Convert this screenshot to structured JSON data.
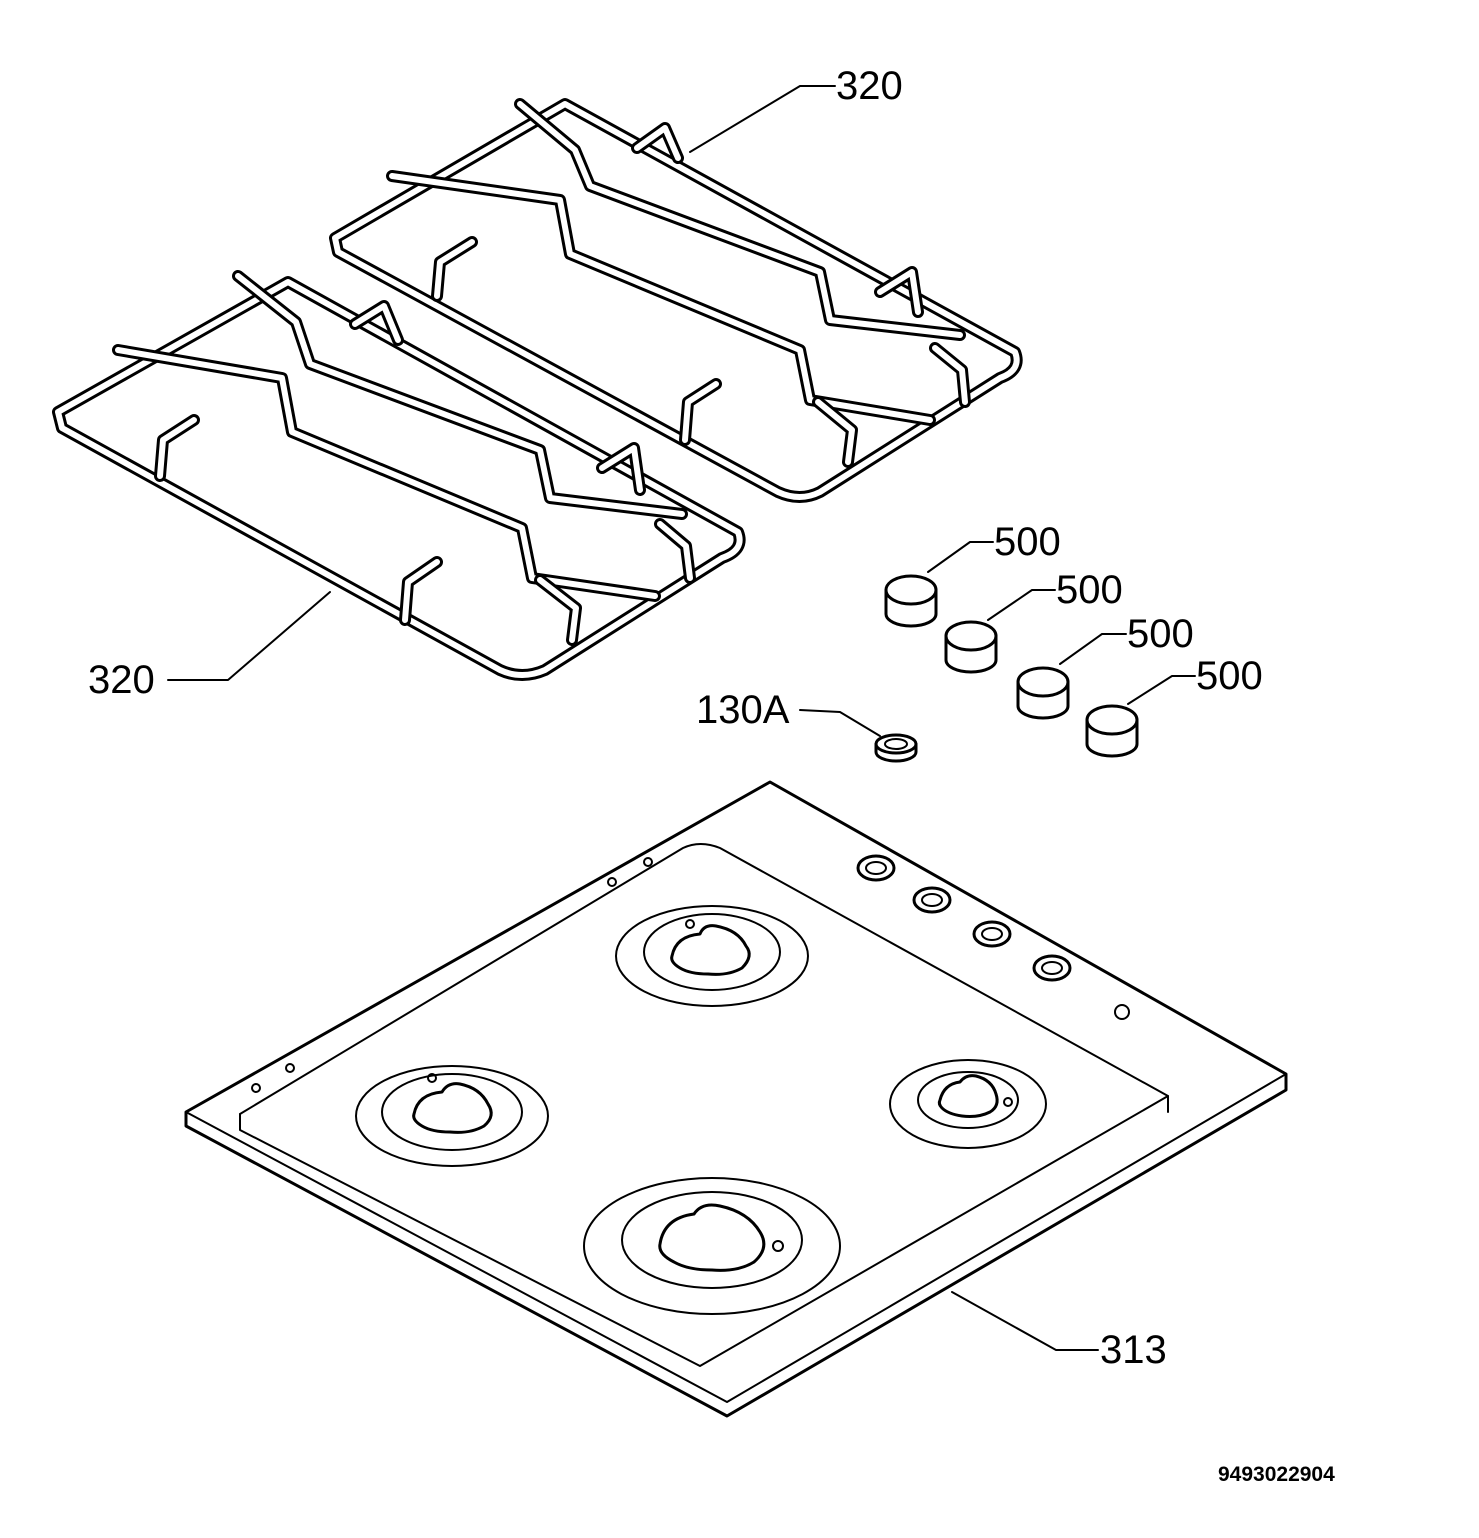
{
  "callouts": {
    "grid_top": "320",
    "grid_left": "320",
    "knob_1": "500",
    "knob_2": "500",
    "knob_3": "500",
    "knob_4": "500",
    "knob_seal": "130A",
    "hob_top": "313"
  },
  "document_number": "9493022904"
}
